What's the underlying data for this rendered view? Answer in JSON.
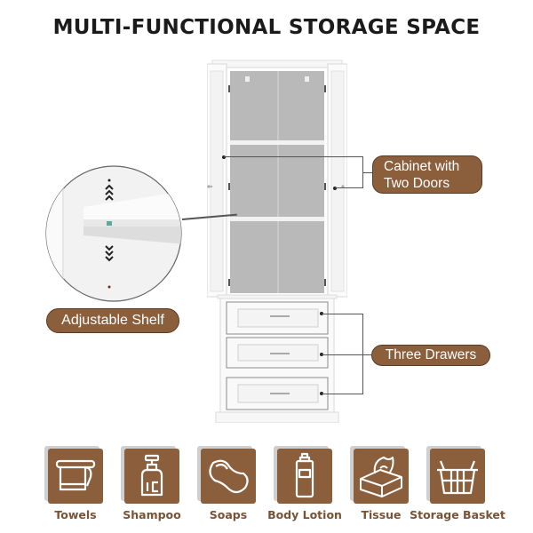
{
  "title": "MULTI-FUNCTIONAL STORAGE SPACE",
  "callouts": {
    "adjustable_shelf": "Adjustable Shelf",
    "cabinet_line1": "Cabinet with",
    "cabinet_line2": "Two Doors",
    "three_drawers": "Three Drawers"
  },
  "features": [
    {
      "label": "Towels",
      "icon": "towel-icon"
    },
    {
      "label": "Shampoo",
      "icon": "shampoo-bottle-icon"
    },
    {
      "label": "Soaps",
      "icon": "soap-icon"
    },
    {
      "label": "Body Lotion",
      "icon": "lotion-bottle-icon"
    },
    {
      "label": "Tissue",
      "icon": "tissue-box-icon"
    },
    {
      "label": "Storage Basket",
      "icon": "basket-icon"
    }
  ],
  "colors": {
    "accent_brown": "#8b5e3c",
    "label_brown": "#7a5234",
    "title": "#1b1b1b"
  }
}
